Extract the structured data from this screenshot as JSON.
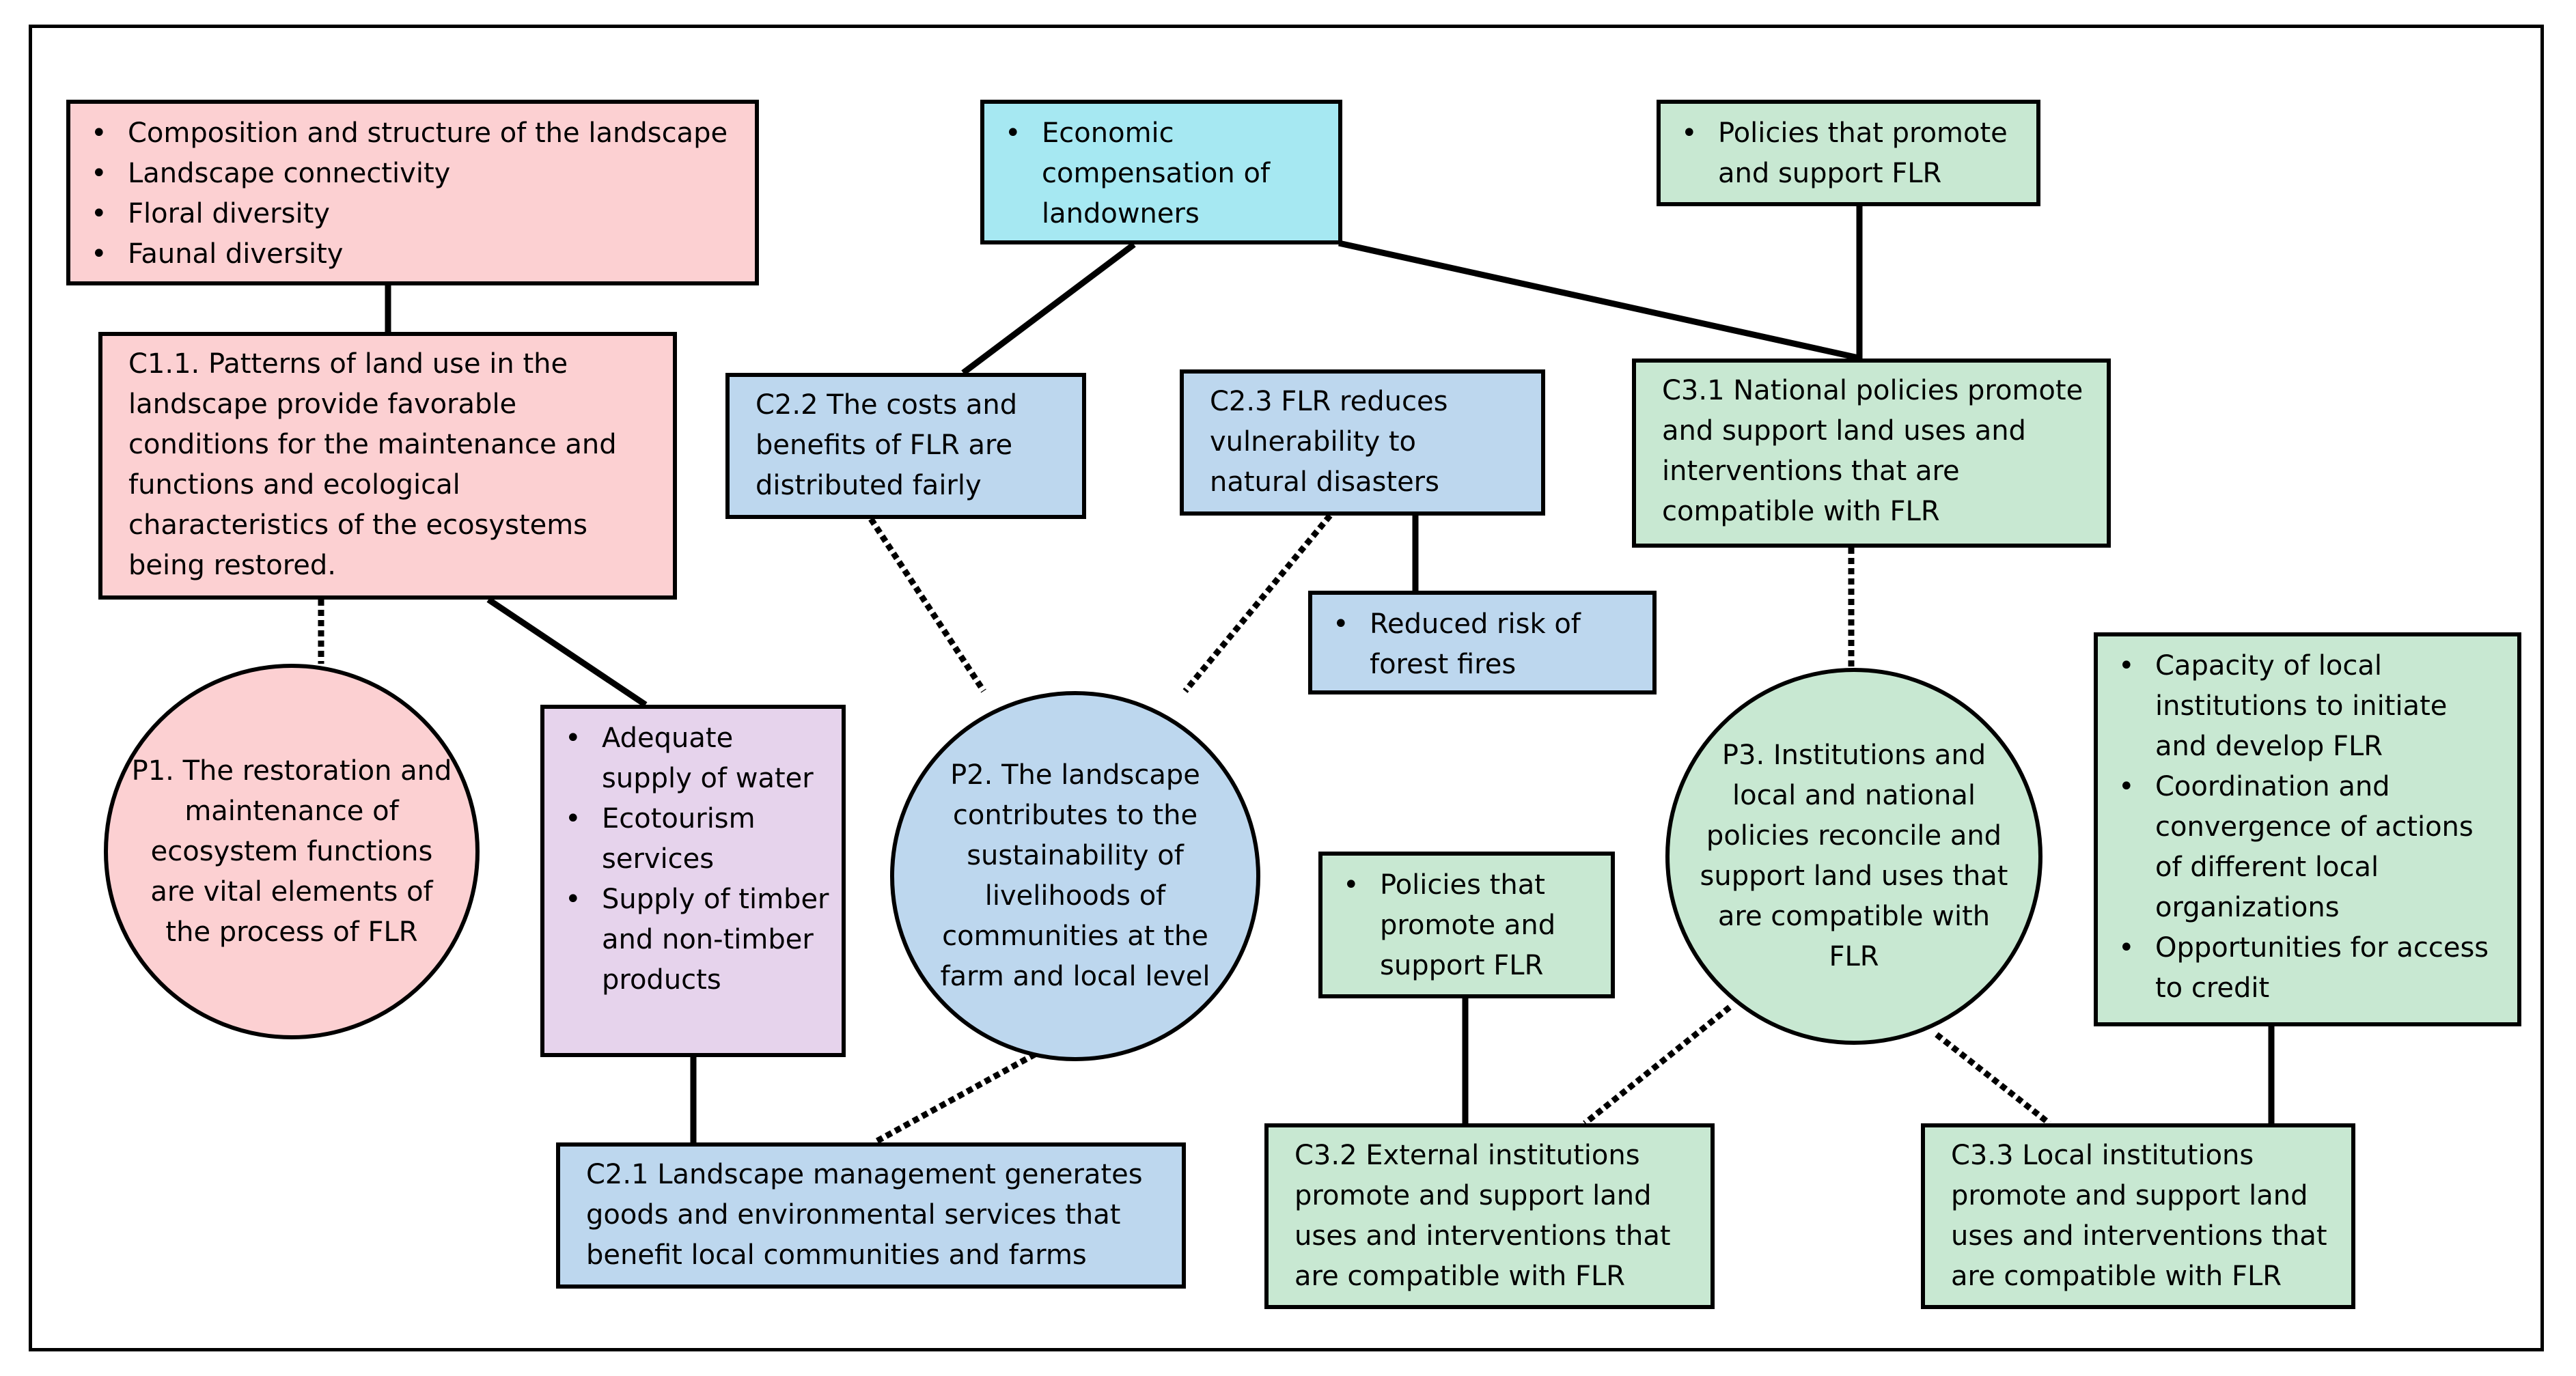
{
  "nodes": {
    "landscape_attributes": [
      "Composition and structure of the landscape",
      "Landscape connectivity",
      "Floral diversity",
      "Faunal diversity"
    ],
    "c1_1": "C1.1. Patterns of land use in the landscape provide favorable conditions for the maintenance and functions and ecological characteristics of the ecosystems being restored.",
    "p1": "P1. The restoration and maintenance of ecosystem functions are vital elements of the process of FLR",
    "services_supply": [
      "Adequate supply of water",
      "Ecotourism services",
      "Supply of timber and non-timber products"
    ],
    "economic_compensation": [
      "Economic compensation of landowners"
    ],
    "c2_2": "C2.2 The costs and benefits of FLR are distributed fairly",
    "c2_3": "C2.3 FLR reduces vulnerability to natural disasters",
    "reduced_risk": [
      "Reduced risk of forest fires"
    ],
    "p2": "P2. The landscape contributes to the sustainability of livelihoods of communities at the farm and local level",
    "c2_1": "C2.1 Landscape management generates goods and environmental services that benefit local communities and farms",
    "policies_top": [
      "Policies that promote and support FLR"
    ],
    "c3_1": "C3.1 National policies promote and support land uses and interventions that are compatible with FLR",
    "p3": "P3. Institutions and local and national policies reconcile and support land uses that are compatible with FLR",
    "policies_mid": [
      "Policies that promote and support FLR"
    ],
    "local_capacity": [
      "Capacity of local institutions to initiate and develop FLR",
      "Coordination and convergence of actions of different local organizations",
      "Opportunities for access to credit"
    ],
    "c3_2": "C3.2 External institutions promote and support land uses and interventions that are compatible with FLR",
    "c3_3": "C3.3 Local institutions promote and support land uses and interventions that are compatible with FLR"
  },
  "colors": {
    "principle_1": "#fcd0d2",
    "principle_2": "#bdd7ee",
    "compensation": "#a6e8f2",
    "principle_3": "#c8e8d2",
    "services": "#e6d3ec",
    "line": "#000000"
  }
}
